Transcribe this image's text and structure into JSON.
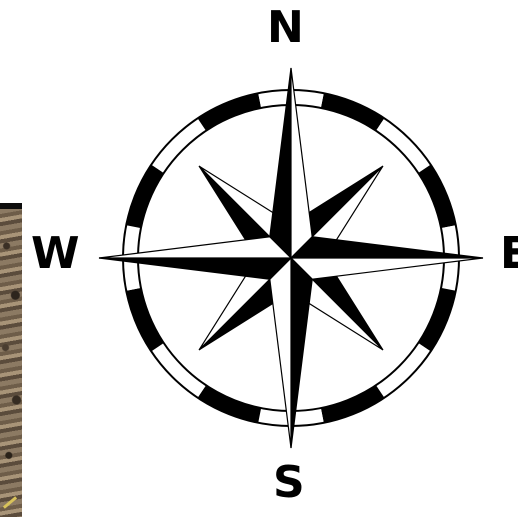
{
  "compass": {
    "north": "N",
    "south": "S",
    "east": "E",
    "west": "W",
    "ink_color": "#000000",
    "paper_color": "#ffffff",
    "ring_segments": 16
  },
  "background_photo": {
    "visible": true,
    "edge_color": "#0d0d0d"
  }
}
